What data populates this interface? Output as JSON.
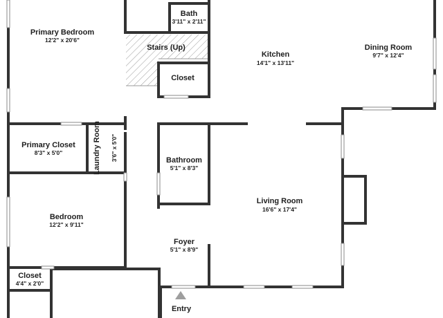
{
  "floor_plan": {
    "rooms": {
      "primary_bedroom": {
        "name": "Primary Bedroom",
        "dims": "12'2\" x 20'6\""
      },
      "bath": {
        "name": "Bath",
        "dims": "3'11\" x 2'11\""
      },
      "stairs": {
        "name": "Stairs (Up)"
      },
      "closet_upper": {
        "name": "Closet"
      },
      "kitchen": {
        "name": "Kitchen",
        "dims": "14'1\" x 13'11\""
      },
      "dining_room": {
        "name": "Dining Room",
        "dims": "9'7\" x 12'4\""
      },
      "primary_closet": {
        "name": "Primary Closet",
        "dims": "8'3\" x 5'0\""
      },
      "laundry_room": {
        "name": "Laundry Room",
        "dims": "3'6\" x 5'0\""
      },
      "bathroom": {
        "name": "Bathroom",
        "dims": "5'1\" x 8'3\""
      },
      "bedroom": {
        "name": "Bedroom",
        "dims": "12'2\" x 9'11\""
      },
      "living_room": {
        "name": "Living Room",
        "dims": "16'6\" x 17'4\""
      },
      "foyer": {
        "name": "Foyer",
        "dims": "5'1\" x 8'9\""
      },
      "closet_lower": {
        "name": "Closet",
        "dims": "4'4\" x 2'0\""
      }
    },
    "entry": {
      "label": "Entry",
      "icon": "entry-arrow-icon"
    },
    "colors": {
      "wall": "#333333",
      "window": "#8a8a8a",
      "hatch": "#9a9a9a",
      "text": "#1e1e1e",
      "entry_marker": "#9e9e9e"
    }
  }
}
